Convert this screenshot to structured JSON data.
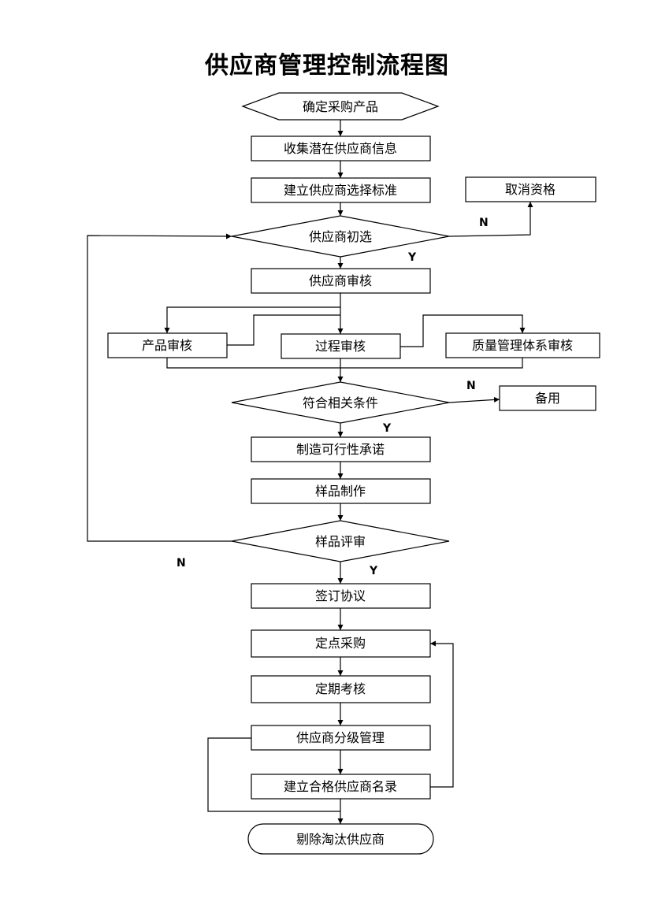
{
  "title": "供应商管理控制流程图",
  "nodes": {
    "confirm_purchase_product": "确定采购产品",
    "collect_potential_suppliers": "收集潜在供应商信息",
    "establish_selection_criteria": "建立供应商选择标准",
    "cancel_qualification": "取消资格",
    "supplier_preliminary_selection": "供应商初选",
    "supplier_audit": "供应商审核",
    "product_audit": "产品审核",
    "process_audit": "过程审核",
    "quality_system_audit": "质量管理体系审核",
    "meets_conditions": "符合相关条件",
    "standby": "备用",
    "manufacturing_feasibility_commitment": "制造可行性承诺",
    "sample_making": "样品制作",
    "sample_review": "样品评审",
    "sign_agreement": "签订协议",
    "designated_purchasing": "定点采购",
    "periodic_assessment": "定期考核",
    "supplier_grading": "供应商分级管理",
    "qualified_supplier_list": "建立合格供应商名录",
    "eliminate_supplier": "剔除淘汰供应商"
  },
  "decision_labels": {
    "preliminary_no": "N",
    "preliminary_yes": "Y",
    "conditions_no": "N",
    "conditions_yes": "Y",
    "sample_no": "N",
    "sample_yes": "Y"
  }
}
